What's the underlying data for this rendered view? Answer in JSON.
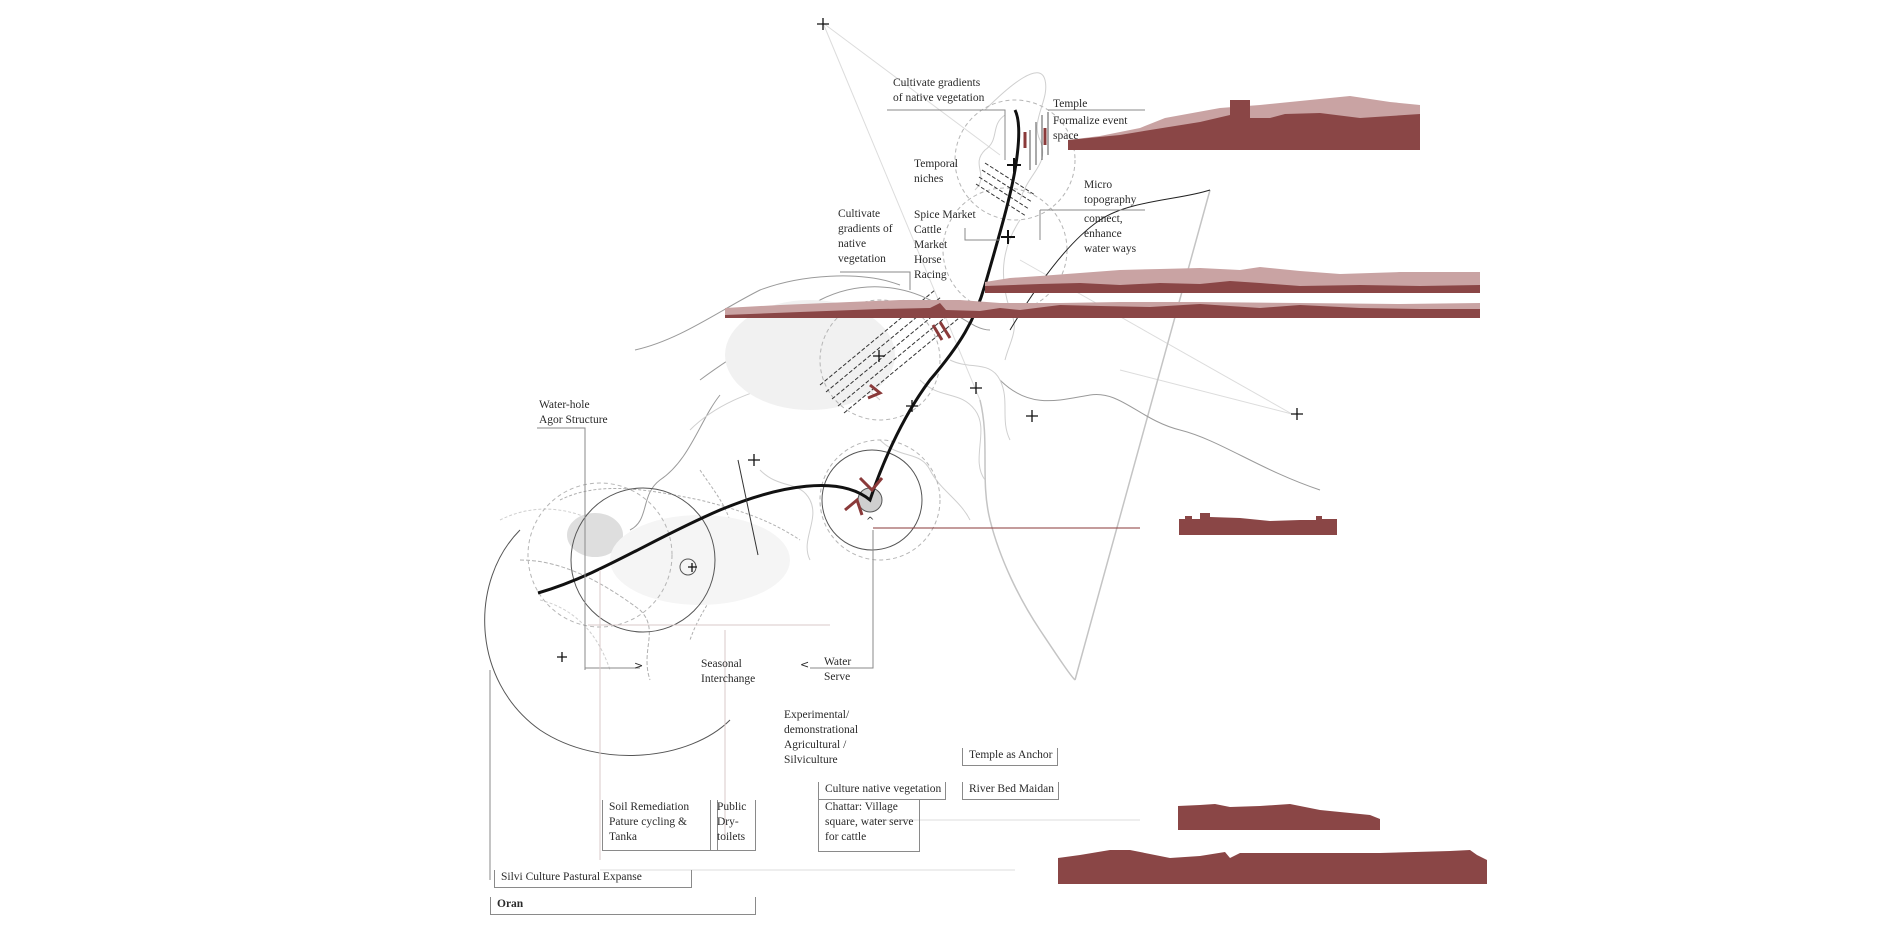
{
  "diagram": {
    "title": "Oran site strategy plan with terrain sections",
    "colors": {
      "section_dark": "#8a4646",
      "section_light": "#c9a3a3",
      "road": "#111111",
      "contour": "#c8c8c8",
      "annotation_line": "#8a8a8a",
      "accent_mark": "#8a3a3a"
    },
    "labels": {
      "cultivate_top": "Cultivate gradients\nof  native vegetation",
      "temple": "Temple",
      "formalize": "Formalize event\nspace",
      "temporal_niches": "Temporal\nniches",
      "micro_topography": "Micro\ntopography",
      "connect_water": "connect,\nenhance\nwater ways",
      "cultivate_left": "Cultivate\ngradients of\nnative\nvegetation",
      "spice_market": "Spice Market\nCattle\nMarket\nHorse\nRacing",
      "water_hole": "Water-hole\nAgor Structure",
      "seasonal_interchange": "Seasonal\nInterchange",
      "water_serve": "Water\nServe",
      "experimental": "Experimental/\ndemonstrational\nAgricultural /\nSilviculture",
      "temple_anchor": "Temple as Anchor",
      "culture_native": "Culture native vegetation",
      "river_bed": "River Bed Maidan",
      "chattar": "Chattar: Village\nsquare, water serve\nfor cattle",
      "soil_remediation": "Soil Remediation\nPature cycling &\nTanka",
      "public_toilets": "Public\nDry-\ntoilets",
      "silvi_culture": "Silvi Culture Pastural Expanse",
      "oran": "Oran"
    },
    "markers": {
      "plus_symbol": "+",
      "arrow_right": ">",
      "arrow_left": "<",
      "arrow_up": "^"
    },
    "sections": [
      {
        "name": "temple-section",
        "layers": 2
      },
      {
        "name": "spice-market-section",
        "layers": 2
      },
      {
        "name": "long-river-section",
        "layers": 2
      },
      {
        "name": "water-serve-section",
        "layers": 1
      },
      {
        "name": "chattar-section",
        "layers": 1
      },
      {
        "name": "oran-section",
        "layers": 1
      }
    ]
  }
}
